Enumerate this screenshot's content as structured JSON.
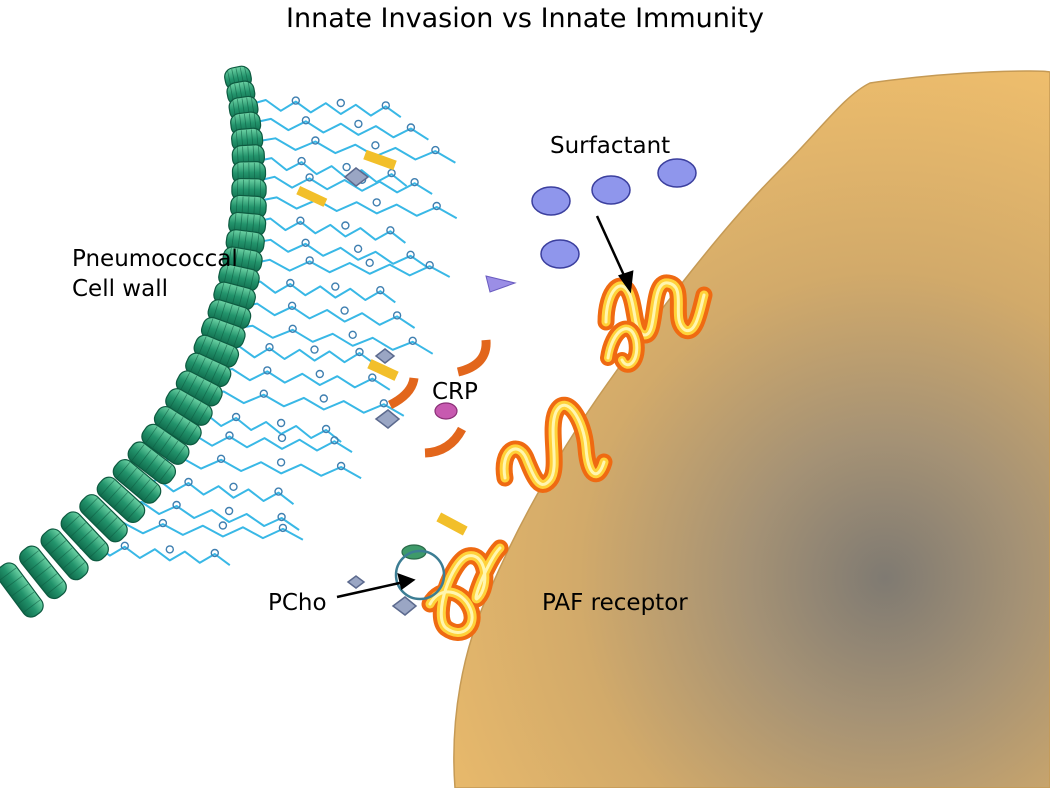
{
  "title": "Innate Invasion vs Innate Immunity",
  "labels": {
    "cell_wall_line1": "Pneumococcal",
    "cell_wall_line2": "Cell wall",
    "surfactant": "Surfactant",
    "crp": "CRP",
    "pcho": "PCho",
    "paf_receptor": "PAF receptor"
  },
  "colors": {
    "cell_wall": "#1f8f6a",
    "teichoic_chain": "#39b8e6",
    "host_cell": "#e9b665",
    "host_cell_core": "#888070",
    "surfactant": "#8f96ec",
    "crp": "#e2661c",
    "paf_receptor_outer": "#ef6a12",
    "paf_receptor_inner": "#ffe14a"
  }
}
